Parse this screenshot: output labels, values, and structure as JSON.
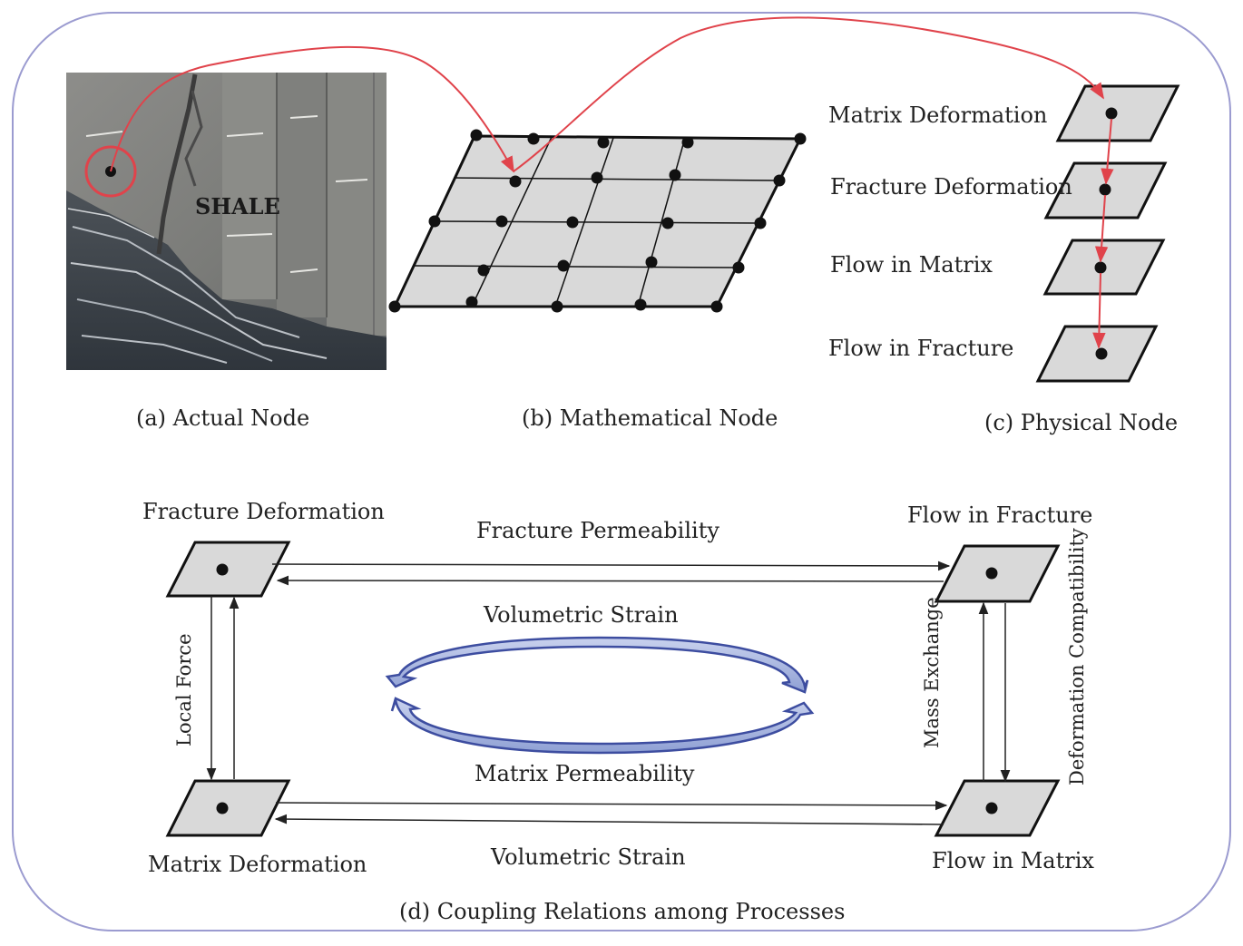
{
  "panel_a": {
    "caption": "(a) Actual Node",
    "photo_label": "SHALE"
  },
  "panel_b": {
    "caption": "(b) Mathematical Node"
  },
  "panel_c": {
    "caption": "(c) Physical Node",
    "layers": [
      "Matrix Deformation",
      "Fracture Deformation",
      "Flow in Matrix",
      "Flow in Fracture"
    ]
  },
  "panel_d": {
    "caption": "(d) Coupling Relations among Processes",
    "nodes": {
      "top_left": "Fracture Deformation",
      "top_right": "Flow in Fracture",
      "bottom_left": "Matrix Deformation",
      "bottom_right": "Flow in Matrix"
    },
    "relations": {
      "top": "Fracture Permeability",
      "left": "Local Force",
      "right_inner": "Mass Exchange",
      "right_outer": "Deformation Compatibility",
      "bottom_upper": "Matrix Permeability",
      "bottom_lower": "Volumetric Strain",
      "center": "Volumetric Strain"
    }
  },
  "colors": {
    "connector_red": "#e0434b",
    "cycle_blue": "#3d4da0",
    "panel_border": "#9b9bd0",
    "node_fill": "#d9d9d9"
  }
}
